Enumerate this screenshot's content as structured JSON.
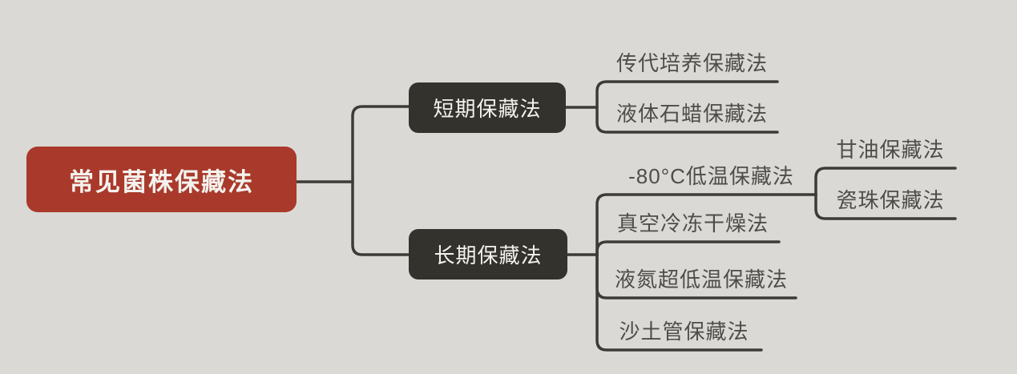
{
  "diagram": {
    "type": "mindmap",
    "title": "常见菌株保藏法",
    "root": {
      "label": "常见菌株保藏法"
    },
    "branches": [
      {
        "label": "短期保藏法",
        "children": [
          {
            "label": "传代培养保藏法"
          },
          {
            "label": "液体石蜡保藏法"
          }
        ]
      },
      {
        "label": "长期保藏法",
        "children": [
          {
            "label": "-80°C低温保藏法",
            "children": [
              {
                "label": "甘油保藏法"
              },
              {
                "label": "瓷珠保藏法"
              }
            ]
          },
          {
            "label": "真空冷冻干燥法"
          },
          {
            "label": "液氮超低温保藏法"
          },
          {
            "label": "沙土管保藏法"
          }
        ]
      }
    ],
    "colors": {
      "background": "#dad9d6",
      "root_fill": "#a93a2b",
      "branch_fill": "#34322d",
      "node_text": "#f4f2ee",
      "leaf_text": "#4f4d48",
      "line": "#3d3b36"
    }
  }
}
